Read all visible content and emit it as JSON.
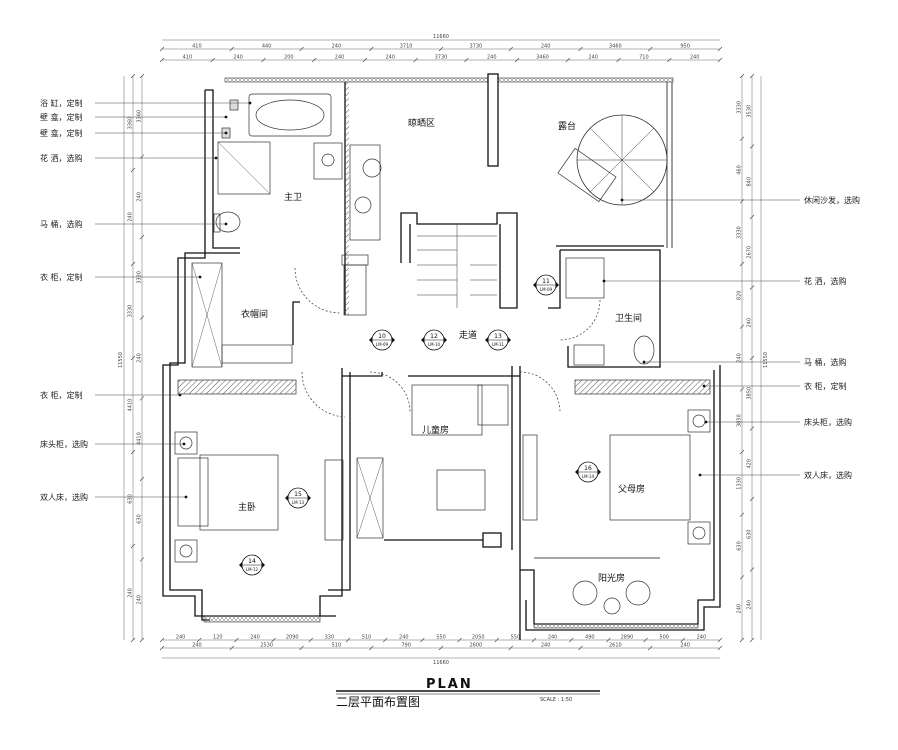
{
  "left_callouts": [
    "浴 缸，定制",
    "壁 龛，定制",
    "壁 龛，定制",
    "花 洒，选购",
    "马 桶，选购",
    "衣 柜，定制",
    "衣 柜，定制",
    "床头柜，选购",
    "双人床，选购"
  ],
  "right_callouts": [
    "休闲沙发，选购",
    "花 洒，选购",
    "马 桶，选购",
    "衣 柜，定制",
    "床头柜，选购",
    "双人床，选购"
  ],
  "rooms": {
    "liang_shai": "晾晒区",
    "lu_tai": "露台",
    "zhu_wei": "主卫",
    "yi_mao_jian": "衣帽间",
    "zou_dao": "走道",
    "wei_sheng_jian": "卫生间",
    "er_tong_fang": "儿童房",
    "zhu_wo": "主卧",
    "fu_mu_fang": "父母房",
    "yang_guang_fang": "阳光房"
  },
  "tags": [
    {
      "num": "10",
      "code": "LM-09"
    },
    {
      "num": "11",
      "code": "LM-09"
    },
    {
      "num": "12",
      "code": "LM-10"
    },
    {
      "num": "13",
      "code": "LM-11"
    },
    {
      "num": "14",
      "code": "LM-12"
    },
    {
      "num": "15",
      "code": "LM-13"
    },
    {
      "num": "16",
      "code": "LM-14"
    }
  ],
  "dims": {
    "top_total": "11660",
    "top_mid": [
      "410",
      "440",
      "240",
      "3710",
      "3730",
      "240",
      "3460",
      "950"
    ],
    "top_inner": [
      "410",
      "240",
      "200",
      "240",
      "240",
      "3730",
      "240",
      "3460",
      "240",
      "710",
      "240"
    ],
    "bottom_inner": [
      "240",
      "120",
      "240",
      "2090",
      "330",
      "510",
      "240",
      "550",
      "2050",
      "550",
      "240",
      "490",
      "2890",
      "500",
      "240"
    ],
    "bottom_mid": [
      "240",
      "2530",
      "510",
      "790",
      "2600",
      "240",
      "2610",
      "240"
    ],
    "bottom_total": "11660",
    "left_outer": [
      "3360",
      "240",
      "3330",
      "240",
      "4410",
      "630",
      "240"
    ],
    "left_total": "11550",
    "left_inner": [
      "3360",
      "240",
      "3330",
      "4410",
      "630",
      "240"
    ],
    "right_outer": [
      "3330",
      "460",
      "3330",
      "820",
      "240",
      "3850",
      "1330",
      "630",
      "240"
    ],
    "right_total": "11550",
    "right_inner": [
      "3530",
      "840",
      "2670",
      "240",
      "3850",
      "420",
      "630",
      "240"
    ]
  },
  "footer": {
    "plan_word": "PLAN",
    "title": "二层平面布置图",
    "scale": "SCALE : 1:50"
  }
}
